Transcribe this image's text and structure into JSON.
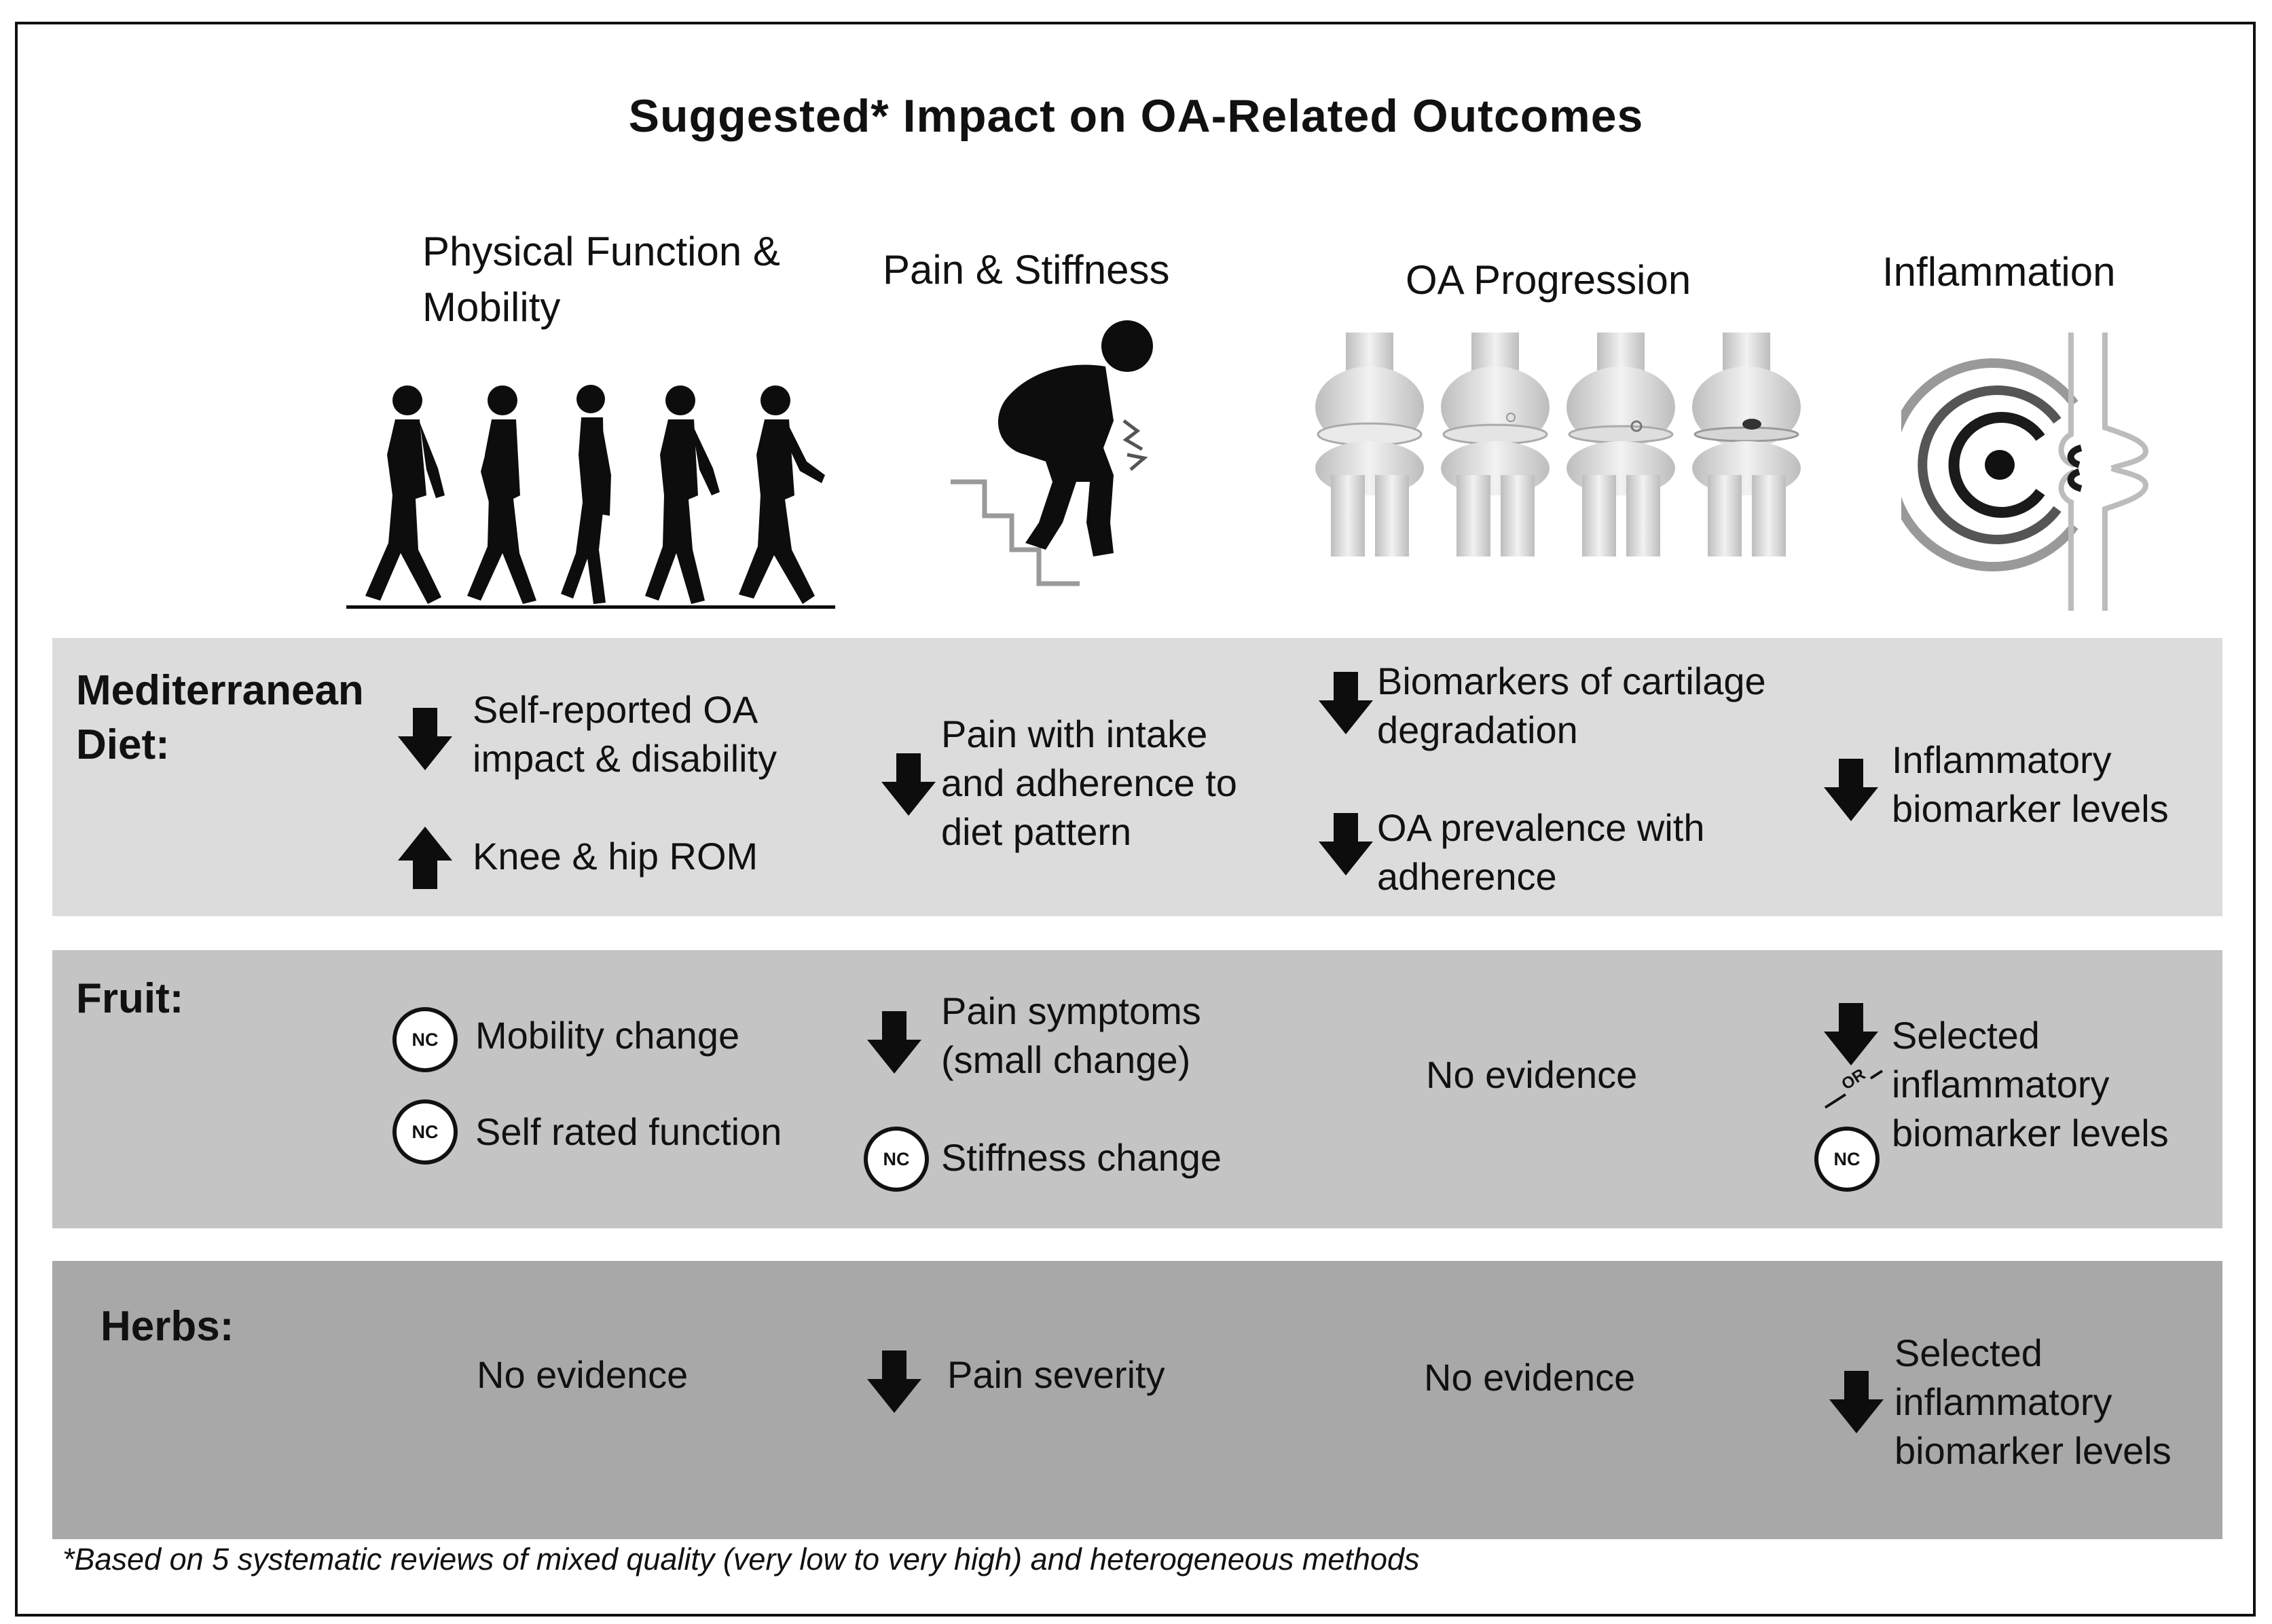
{
  "title": "Suggested* Impact on OA-Related Outcomes",
  "columns": {
    "physical": "Physical Function & Mobility",
    "pain": "Pain & Stiffness",
    "progression": "OA Progression",
    "inflammation": "Inflammation"
  },
  "rows": {
    "mediterranean": {
      "label": "Mediterranean Diet:",
      "physical": [
        {
          "direction": "down",
          "text": "Self-reported OA impact & disability"
        },
        {
          "direction": "up",
          "text": "Knee & hip ROM"
        }
      ],
      "pain": [
        {
          "direction": "down",
          "text": "Pain with intake and adherence to diet pattern"
        }
      ],
      "progression": [
        {
          "direction": "down",
          "text": "Biomarkers of cartilage degradation"
        },
        {
          "direction": "down",
          "text": "OA prevalence with adherence"
        }
      ],
      "inflammation": [
        {
          "direction": "down",
          "text": "Inflammatory biomarker levels"
        }
      ]
    },
    "fruit": {
      "label": "Fruit:",
      "physical": [
        {
          "direction": "NC",
          "text": "Mobility change"
        },
        {
          "direction": "NC",
          "text": "Self rated function"
        }
      ],
      "pain": [
        {
          "direction": "down",
          "text": "Pain symptoms (small change)"
        },
        {
          "direction": "NC",
          "text": "Stiffness change"
        }
      ],
      "progression": [
        {
          "direction": "none",
          "text": "No evidence"
        }
      ],
      "inflammation": [
        {
          "direction": "down or NC",
          "text": "Selected inflammatory biomarker levels"
        }
      ]
    },
    "herbs": {
      "label": "Herbs:",
      "physical": [
        {
          "direction": "none",
          "text": "No evidence"
        }
      ],
      "pain": [
        {
          "direction": "down",
          "text": "Pain severity"
        }
      ],
      "progression": [
        {
          "direction": "none",
          "text": "No evidence"
        }
      ],
      "inflammation": [
        {
          "direction": "down",
          "text": "Selected inflammatory biomarker levels"
        }
      ]
    }
  },
  "badges": {
    "nc": "NC",
    "or": "OR"
  },
  "footnote": "*Based on 5 systematic reviews of mixed quality (very low to very high) and heterogeneous methods",
  "icons": [
    "walking-people-icon",
    "knee-pain-person-icon",
    "knee-joint-progression-icon",
    "inflamed-joint-icon"
  ]
}
